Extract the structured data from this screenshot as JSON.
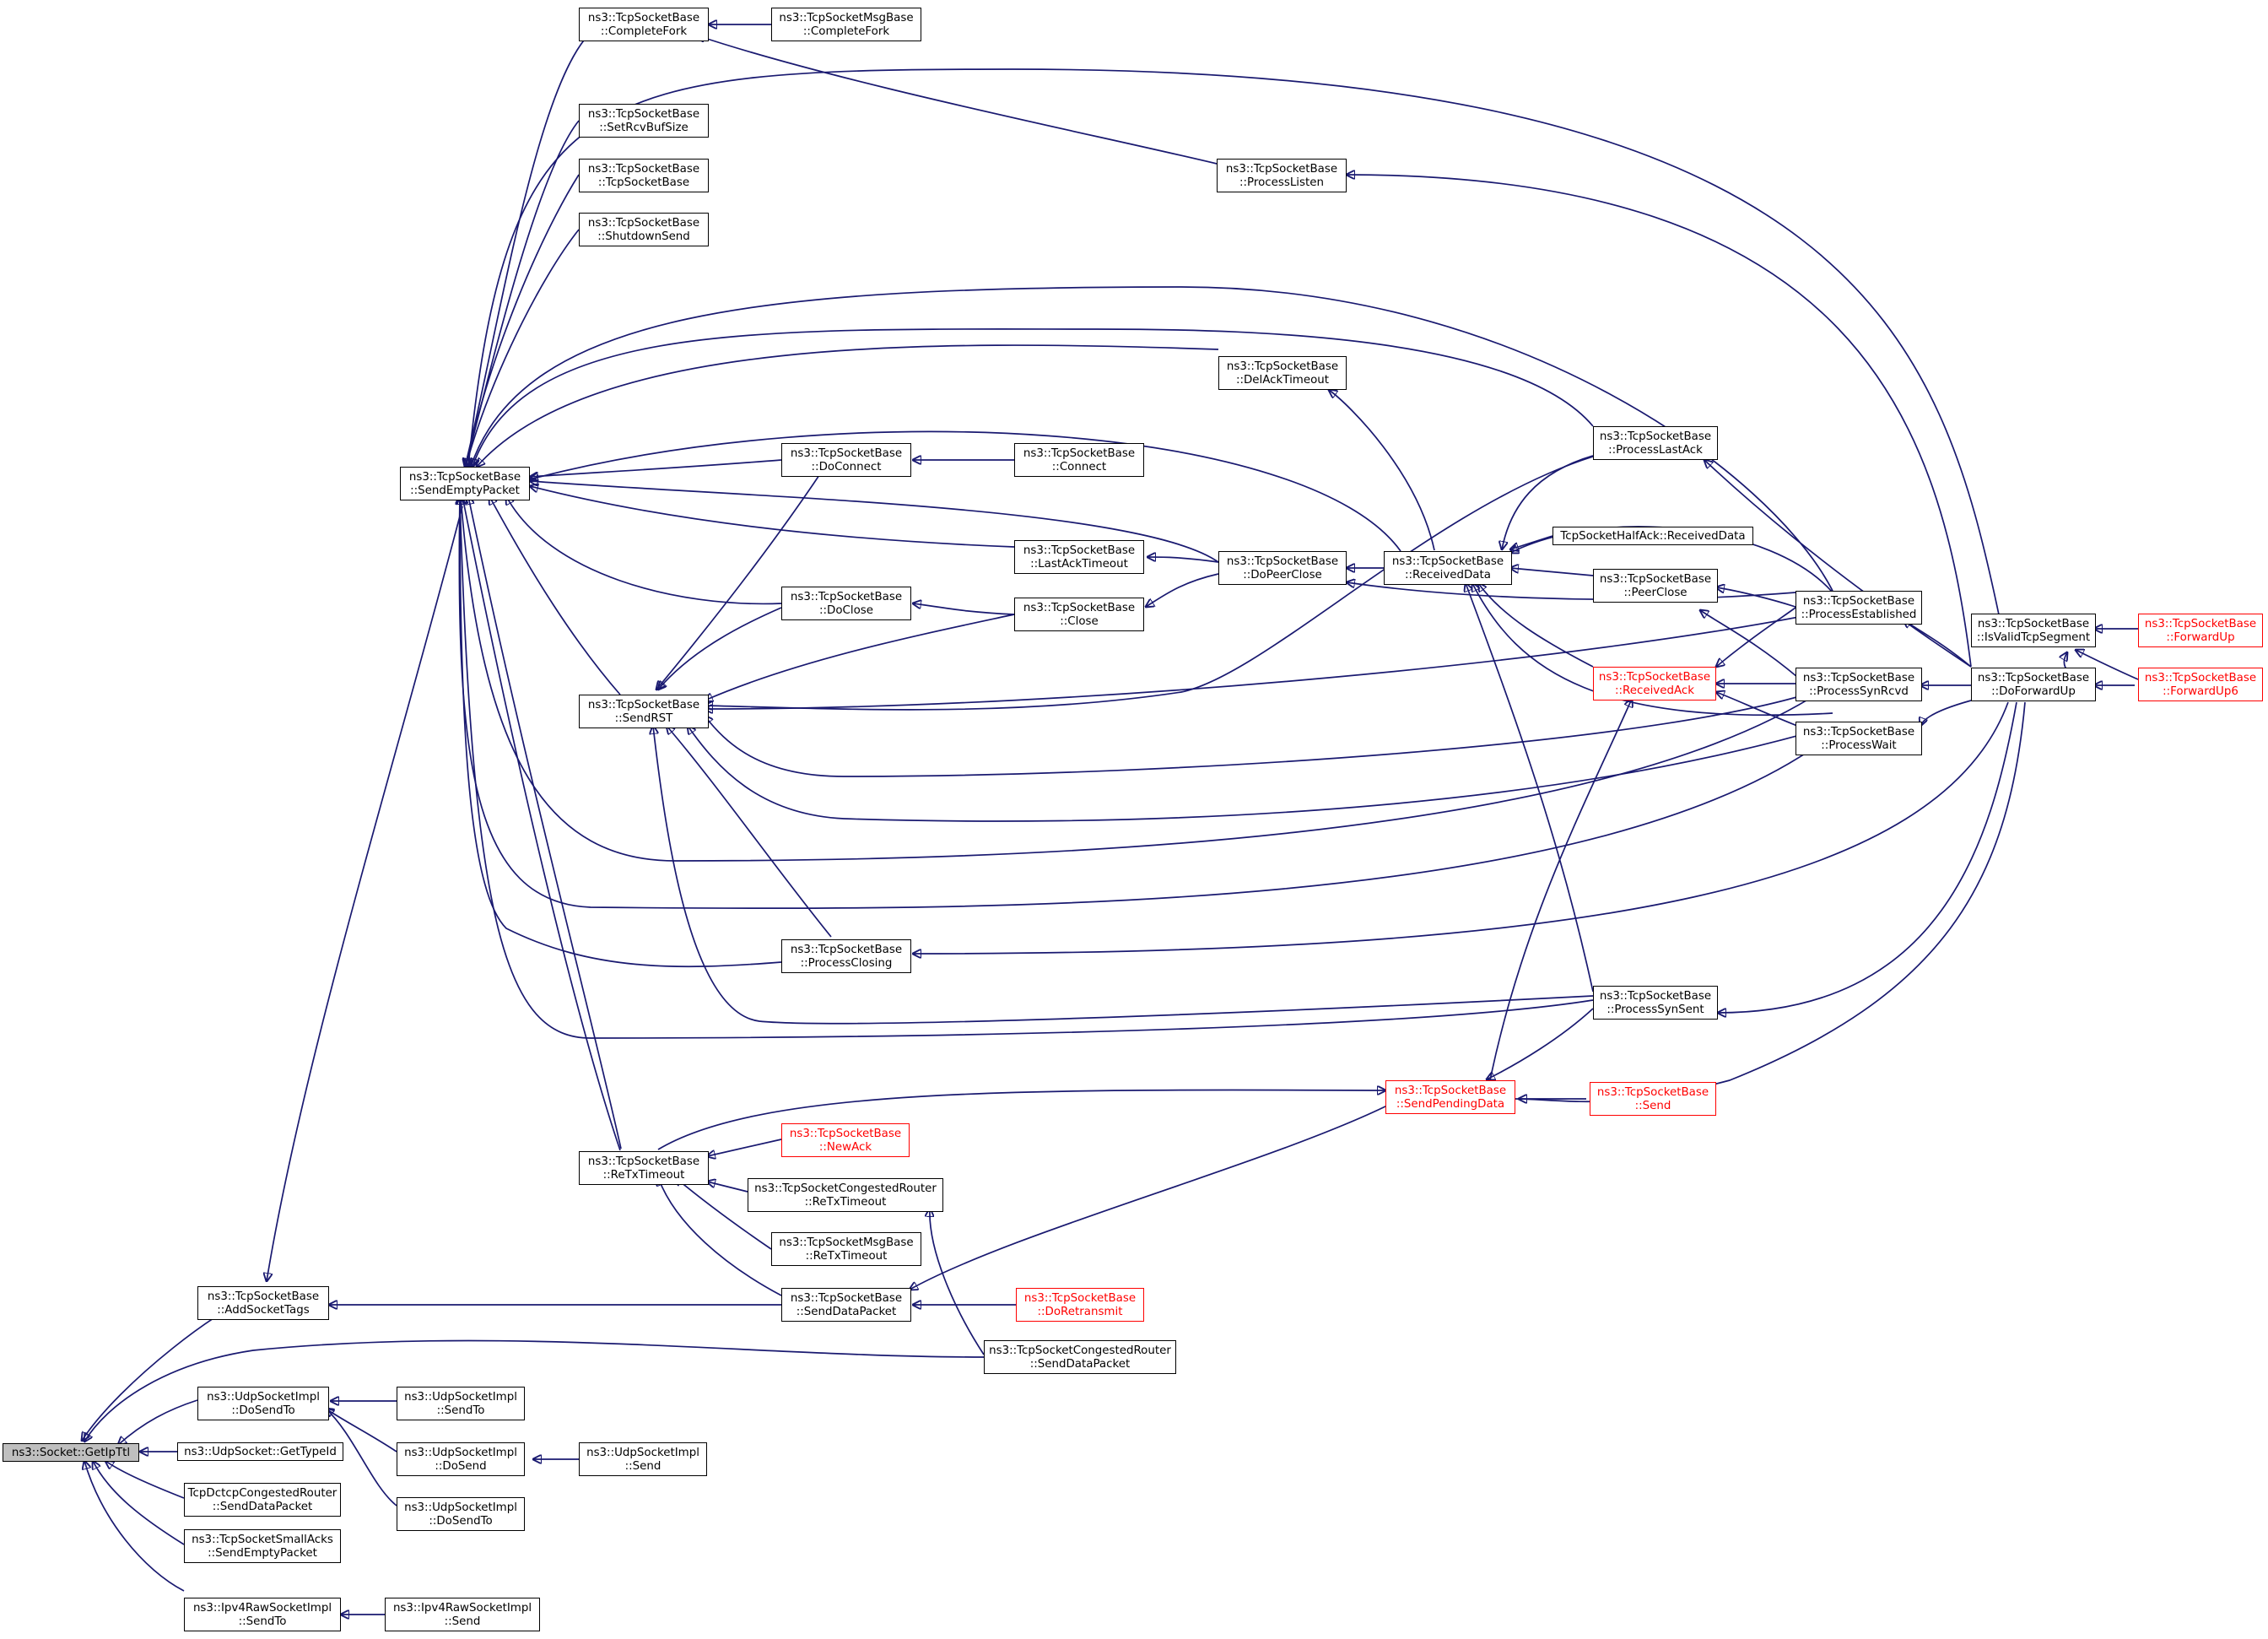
{
  "colors": {
    "edge": "#191970",
    "border": "#000000",
    "truncated": "#ff0000",
    "root_fill": "#bfbfbf"
  },
  "nodes": {
    "root": {
      "l1": "ns3::Socket::GetIpTtl",
      "l2": ""
    },
    "addSocketTags": {
      "l1": "ns3::TcpSocketBase",
      "l2": "::AddSocketTags"
    },
    "udpDoSendTo": {
      "l1": "ns3::UdpSocketImpl",
      "l2": "::DoSendTo"
    },
    "udpGetTypeId": {
      "l1": "ns3::UdpSocket::GetTypeId",
      "l2": ""
    },
    "dctcpSendData": {
      "l1": "TcpDctcpCongestedRouter",
      "l2": "::SendDataPacket"
    },
    "smallAcks": {
      "l1": "ns3::TcpSocketSmallAcks",
      "l2": "::SendEmptyPacket"
    },
    "ipv4SendTo": {
      "l1": "ns3::Ipv4RawSocketImpl",
      "l2": "::SendTo"
    },
    "udpSendTo": {
      "l1": "ns3::UdpSocketImpl",
      "l2": "::SendTo"
    },
    "udpDoSend": {
      "l1": "ns3::UdpSocketImpl",
      "l2": "::DoSend"
    },
    "udpDoSendTo2": {
      "l1": "ns3::UdpSocketImpl",
      "l2": "::DoSendTo"
    },
    "udpSend": {
      "l1": "ns3::UdpSocketImpl",
      "l2": "::Send"
    },
    "ipv4Send": {
      "l1": "ns3::Ipv4RawSocketImpl",
      "l2": "::Send"
    },
    "sendEmpty": {
      "l1": "ns3::TcpSocketBase",
      "l2": "::SendEmptyPacket"
    },
    "completeFork": {
      "l1": "ns3::TcpSocketBase",
      "l2": "::CompleteFork"
    },
    "msgCompleteFork": {
      "l1": "ns3::TcpSocketMsgBase",
      "l2": "::CompleteFork"
    },
    "setRcvBuf": {
      "l1": "ns3::TcpSocketBase",
      "l2": "::SetRcvBufSize"
    },
    "ctor": {
      "l1": "ns3::TcpSocketBase",
      "l2": "::TcpSocketBase"
    },
    "shutdownSend": {
      "l1": "ns3::TcpSocketBase",
      "l2": "::ShutdownSend"
    },
    "sendRST": {
      "l1": "ns3::TcpSocketBase",
      "l2": "::SendRST"
    },
    "reTx": {
      "l1": "ns3::TcpSocketBase",
      "l2": "::ReTxTimeout"
    },
    "processListen": {
      "l1": "ns3::TcpSocketBase",
      "l2": "::ProcessListen"
    },
    "delAck": {
      "l1": "ns3::TcpSocketBase",
      "l2": "::DelAckTimeout"
    },
    "doConnect": {
      "l1": "ns3::TcpSocketBase",
      "l2": "::DoConnect"
    },
    "connect": {
      "l1": "ns3::TcpSocketBase",
      "l2": "::Connect"
    },
    "lastAckTimeout": {
      "l1": "ns3::TcpSocketBase",
      "l2": "::LastAckTimeout"
    },
    "doClose": {
      "l1": "ns3::TcpSocketBase",
      "l2": "::DoClose"
    },
    "close": {
      "l1": "ns3::TcpSocketBase",
      "l2": "::Close"
    },
    "doPeerClose": {
      "l1": "ns3::TcpSocketBase",
      "l2": "::DoPeerClose"
    },
    "receivedData": {
      "l1": "ns3::TcpSocketBase",
      "l2": "::ReceivedData"
    },
    "halfAck": {
      "l1": "TcpSocketHalfAck::ReceivedData",
      "l2": ""
    },
    "processLastAck": {
      "l1": "ns3::TcpSocketBase",
      "l2": "::ProcessLastAck"
    },
    "peerClose": {
      "l1": "ns3::TcpSocketBase",
      "l2": "::PeerClose"
    },
    "processEstablished": {
      "l1": "ns3::TcpSocketBase",
      "l2": "::ProcessEstablished"
    },
    "receivedAck": {
      "l1": "ns3::TcpSocketBase",
      "l2": "::ReceivedAck"
    },
    "processSynRcvd": {
      "l1": "ns3::TcpSocketBase",
      "l2": "::ProcessSynRcvd"
    },
    "processWait": {
      "l1": "ns3::TcpSocketBase",
      "l2": "::ProcessWait"
    },
    "isValid": {
      "l1": "ns3::TcpSocketBase",
      "l2": "::IsValidTcpSegment"
    },
    "doForwardUp": {
      "l1": "ns3::TcpSocketBase",
      "l2": "::DoForwardUp"
    },
    "forwardUp": {
      "l1": "ns3::TcpSocketBase",
      "l2": "::ForwardUp"
    },
    "forwardUp6": {
      "l1": "ns3::TcpSocketBase",
      "l2": "::ForwardUp6"
    },
    "processClosing": {
      "l1": "ns3::TcpSocketBase",
      "l2": "::ProcessClosing"
    },
    "processSynSent": {
      "l1": "ns3::TcpSocketBase",
      "l2": "::ProcessSynSent"
    },
    "sendPending": {
      "l1": "ns3::TcpSocketBase",
      "l2": "::SendPendingData"
    },
    "send": {
      "l1": "ns3::TcpSocketBase",
      "l2": "::Send"
    },
    "newAck": {
      "l1": "ns3::TcpSocketBase",
      "l2": "::NewAck"
    },
    "congReTx": {
      "l1": "ns3::TcpSocketCongestedRouter",
      "l2": "::ReTxTimeout"
    },
    "msgReTx": {
      "l1": "ns3::TcpSocketMsgBase",
      "l2": "::ReTxTimeout"
    },
    "sendDataPacket": {
      "l1": "ns3::TcpSocketBase",
      "l2": "::SendDataPacket"
    },
    "doRetransmit": {
      "l1": "ns3::TcpSocketBase",
      "l2": "::DoRetransmit"
    },
    "congSendData": {
      "l1": "ns3::TcpSocketCongestedRouter",
      "l2": "::SendDataPacket"
    }
  }
}
